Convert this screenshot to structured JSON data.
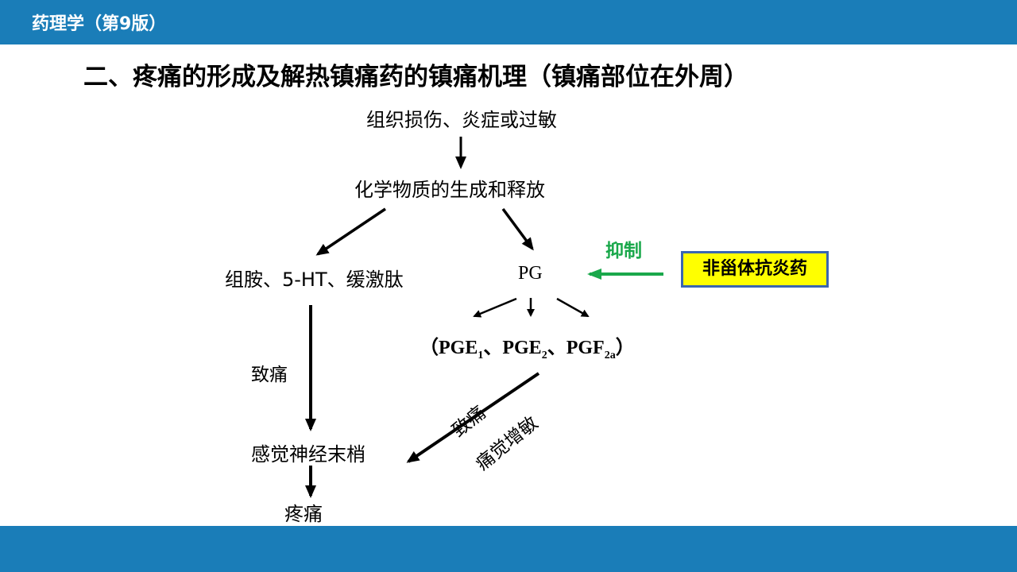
{
  "header": {
    "course_title": "药理学（第9版）"
  },
  "slide": {
    "title": "二、疼痛的形成及解热镇痛药的镇痛机理（镇痛部位在外周）"
  },
  "diagram": {
    "nodes": {
      "tissue_injury": "组织损伤、炎症或过敏",
      "chemicals": "化学物质的生成和释放",
      "mediators": "组胺、5-HT、缓激肽",
      "pg": "PG",
      "nerve_endings": "感觉神经末梢",
      "pain": "疼痛"
    },
    "pg_subtypes": {
      "open": "（",
      "pge1": "PGE",
      "pge1_sub": "1",
      "sep1": "、",
      "pge2": "PGE",
      "pge2_sub": "2",
      "sep2": "、",
      "pgf": "PGF",
      "pgf_sub": "2a",
      "close": "）"
    },
    "edge_labels": {
      "cause_pain_left": "致痛",
      "cause_pain_diag": "致痛",
      "hyperalgesia": "痛觉增敏",
      "inhibit": "抑制"
    },
    "drug": "非甾体抗炎药",
    "colors": {
      "bar": "#1a7db8",
      "inhibit": "#1aa84b",
      "drug_fill": "#ffff00",
      "drug_border": "#3a66b0"
    }
  }
}
